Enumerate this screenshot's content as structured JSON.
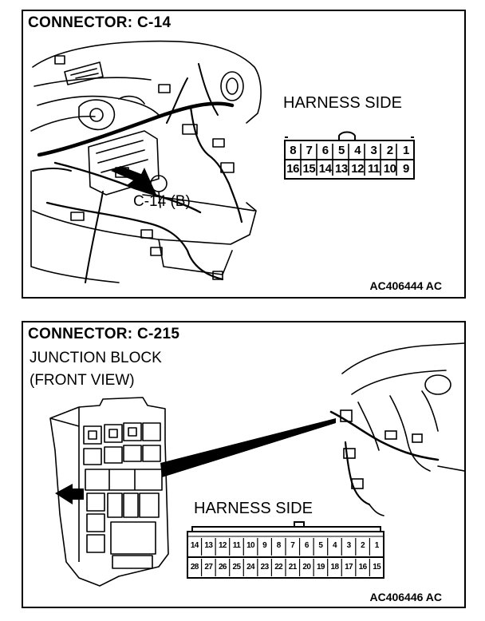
{
  "panel1": {
    "title": "CONNECTOR: C-14",
    "harness_label": "HARNESS SIDE",
    "callout": "C-14 (B)",
    "figure_code": "AC406444 AC",
    "pins_top": [
      "8",
      "7",
      "6",
      "5",
      "4",
      "3",
      "2",
      "1"
    ],
    "pins_bottom": [
      "16",
      "15",
      "14",
      "13",
      "12",
      "11",
      "10",
      "9"
    ]
  },
  "panel2": {
    "title": "CONNECTOR: C-215",
    "subtitle_line1": "JUNCTION BLOCK",
    "subtitle_line2": "(FRONT VIEW)",
    "harness_label": "HARNESS SIDE",
    "figure_code": "AC406446 AC",
    "pins_top": [
      "14",
      "13",
      "12",
      "11",
      "10",
      "9",
      "8",
      "7",
      "6",
      "5",
      "4",
      "3",
      "2",
      "1"
    ],
    "pins_bottom": [
      "28",
      "27",
      "26",
      "25",
      "24",
      "23",
      "22",
      "21",
      "20",
      "19",
      "18",
      "17",
      "16",
      "15"
    ]
  }
}
